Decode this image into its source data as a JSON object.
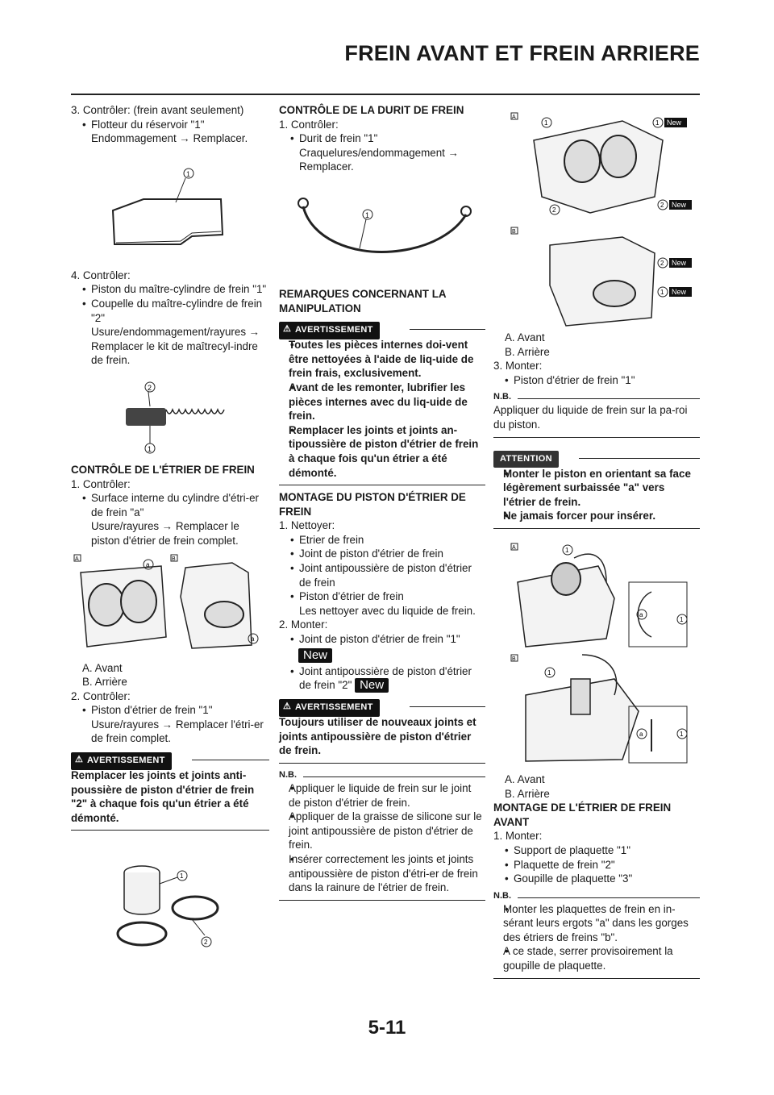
{
  "header": {
    "title": "FREIN AVANT ET FREIN ARRIERE"
  },
  "page_number": "5-11",
  "col1": {
    "s3_line": "3.  Contrôler: (frein avant seulement)",
    "s3_b1": "Flotteur du réservoir \"1\"",
    "s3_b1b": "Endommagement → Remplacer.",
    "s4_line": "4.  Contrôler:",
    "s4_b1": "Piston du maître-cylindre de frein \"1\"",
    "s4_b2": "Coupelle du maître-cylindre de frein \"2\"",
    "s4_b2b": "Usure/endommagement/rayures → Remplacer le kit de maîtrecyl-indre de frein.",
    "cal_title": "CONTRÔLE DE L'ÉTRIER DE FREIN",
    "c1_line": "1.  Contrôler:",
    "c1_b1": "Surface interne du cylindre d'étri-er de frein \"a\"",
    "c1_b1b": "Usure/rayures → Remplacer le piston d'étrier de frein complet.",
    "legend_a": "A.  Avant",
    "legend_b": "B.  Arrière",
    "c2_line": "2.  Contrôler:",
    "c2_b1": "Piston d'étrier de frein \"1\"",
    "c2_b1b": "Usure/rayures → Remplacer l'étri-er de frein complet.",
    "warn_label": "AVERTISSEMENT",
    "warn_text": "Remplacer les joints et joints anti-poussière de piston d'étrier de frein \"2\" à chaque fois qu'un étrier a été démonté."
  },
  "col2": {
    "hose_title": "CONTRÔLE DE LA DURIT DE FREIN",
    "h1_line": "1.  Contrôler:",
    "h1_b1": "Durit de frein \"1\"",
    "h1_b1b": "Craquelures/endommagement → Remplacer.",
    "rem_title": "REMARQUES CONCERNANT LA MANIPULATION",
    "warn_label": "AVERTISSEMENT",
    "w1": "Toutes les pièces internes doi-vent être nettoyées à l'aide de liq-uide de frein frais, exclusivement.",
    "w2": "Avant de les remonter, lubrifier les pièces internes avec du liq-uide de frein.",
    "w3": "Remplacer les joints et joints an-tipoussière de piston d'étrier de frein à chaque fois qu'un étrier a été démonté.",
    "mont_title": "MONTAGE DU PISTON D'ÉTRIER DE FREIN",
    "m1_line": "1.  Nettoyer:",
    "m1_items": [
      "Etrier de frein",
      "Joint de piston d'étrier de frein",
      "Joint antipoussière de piston d'étrier de frein",
      "Piston d'étrier de frein"
    ],
    "m1_note": "Les nettoyer avec du liquide de frein.",
    "m2_line": "2.  Monter:",
    "m2_b1": "Joint de piston d'étrier de frein \"1\"",
    "m2_b2": "Joint antipoussière de piston d'étrier de frein \"2\"",
    "new_label": "New",
    "warn2_text": "Toujours utiliser de nouveaux joints et joints antipoussière de piston d'étrier de frein.",
    "nb_label": "N.B.",
    "nb1": "Appliquer le liquide de frein sur le joint de piston d'étrier de frein.",
    "nb2": "Appliquer de la graisse de silicone sur le joint antipoussière de piston d'étrier de frein.",
    "nb3": "Insérer correctement les joints et joints antipoussière de piston d'étri-er de frein dans la rainure de l'étrier de frein."
  },
  "col3": {
    "legend_a": "A.  Avant",
    "legend_b": "B.  Arrière",
    "s3_line": "3.  Monter:",
    "s3_b1": "Piston d'étrier de frein \"1\"",
    "nb_label": "N.B.",
    "nb_text": "Appliquer du liquide de frein sur la pa-roi du piston.",
    "att_label": "ATTENTION",
    "att1": "Monter le piston en orientant sa face légèrement surbaissée \"a\" vers l'étrier de frein.",
    "att2": "Ne jamais forcer pour insérer.",
    "legend2_a": "A.  Avant",
    "legend2_b": "B.  Arrière",
    "mont_title": "MONTAGE DE L'ÉTRIER DE FREIN AVANT",
    "mt1_line": "1.  Monter:",
    "mt1_items": [
      "Support de plaquette \"1\"",
      "Plaquette de frein \"2\"",
      "Goupille de plaquette \"3\""
    ],
    "nb2_label": "N.B.",
    "nb2_1": "Monter les plaquettes de frein en in-sérant leurs ergots \"a\" dans les gorges des étriers de freins \"b\".",
    "nb2_2": "A ce stade, serrer provisoirement la goupille de plaquette.",
    "new_label": "New"
  }
}
